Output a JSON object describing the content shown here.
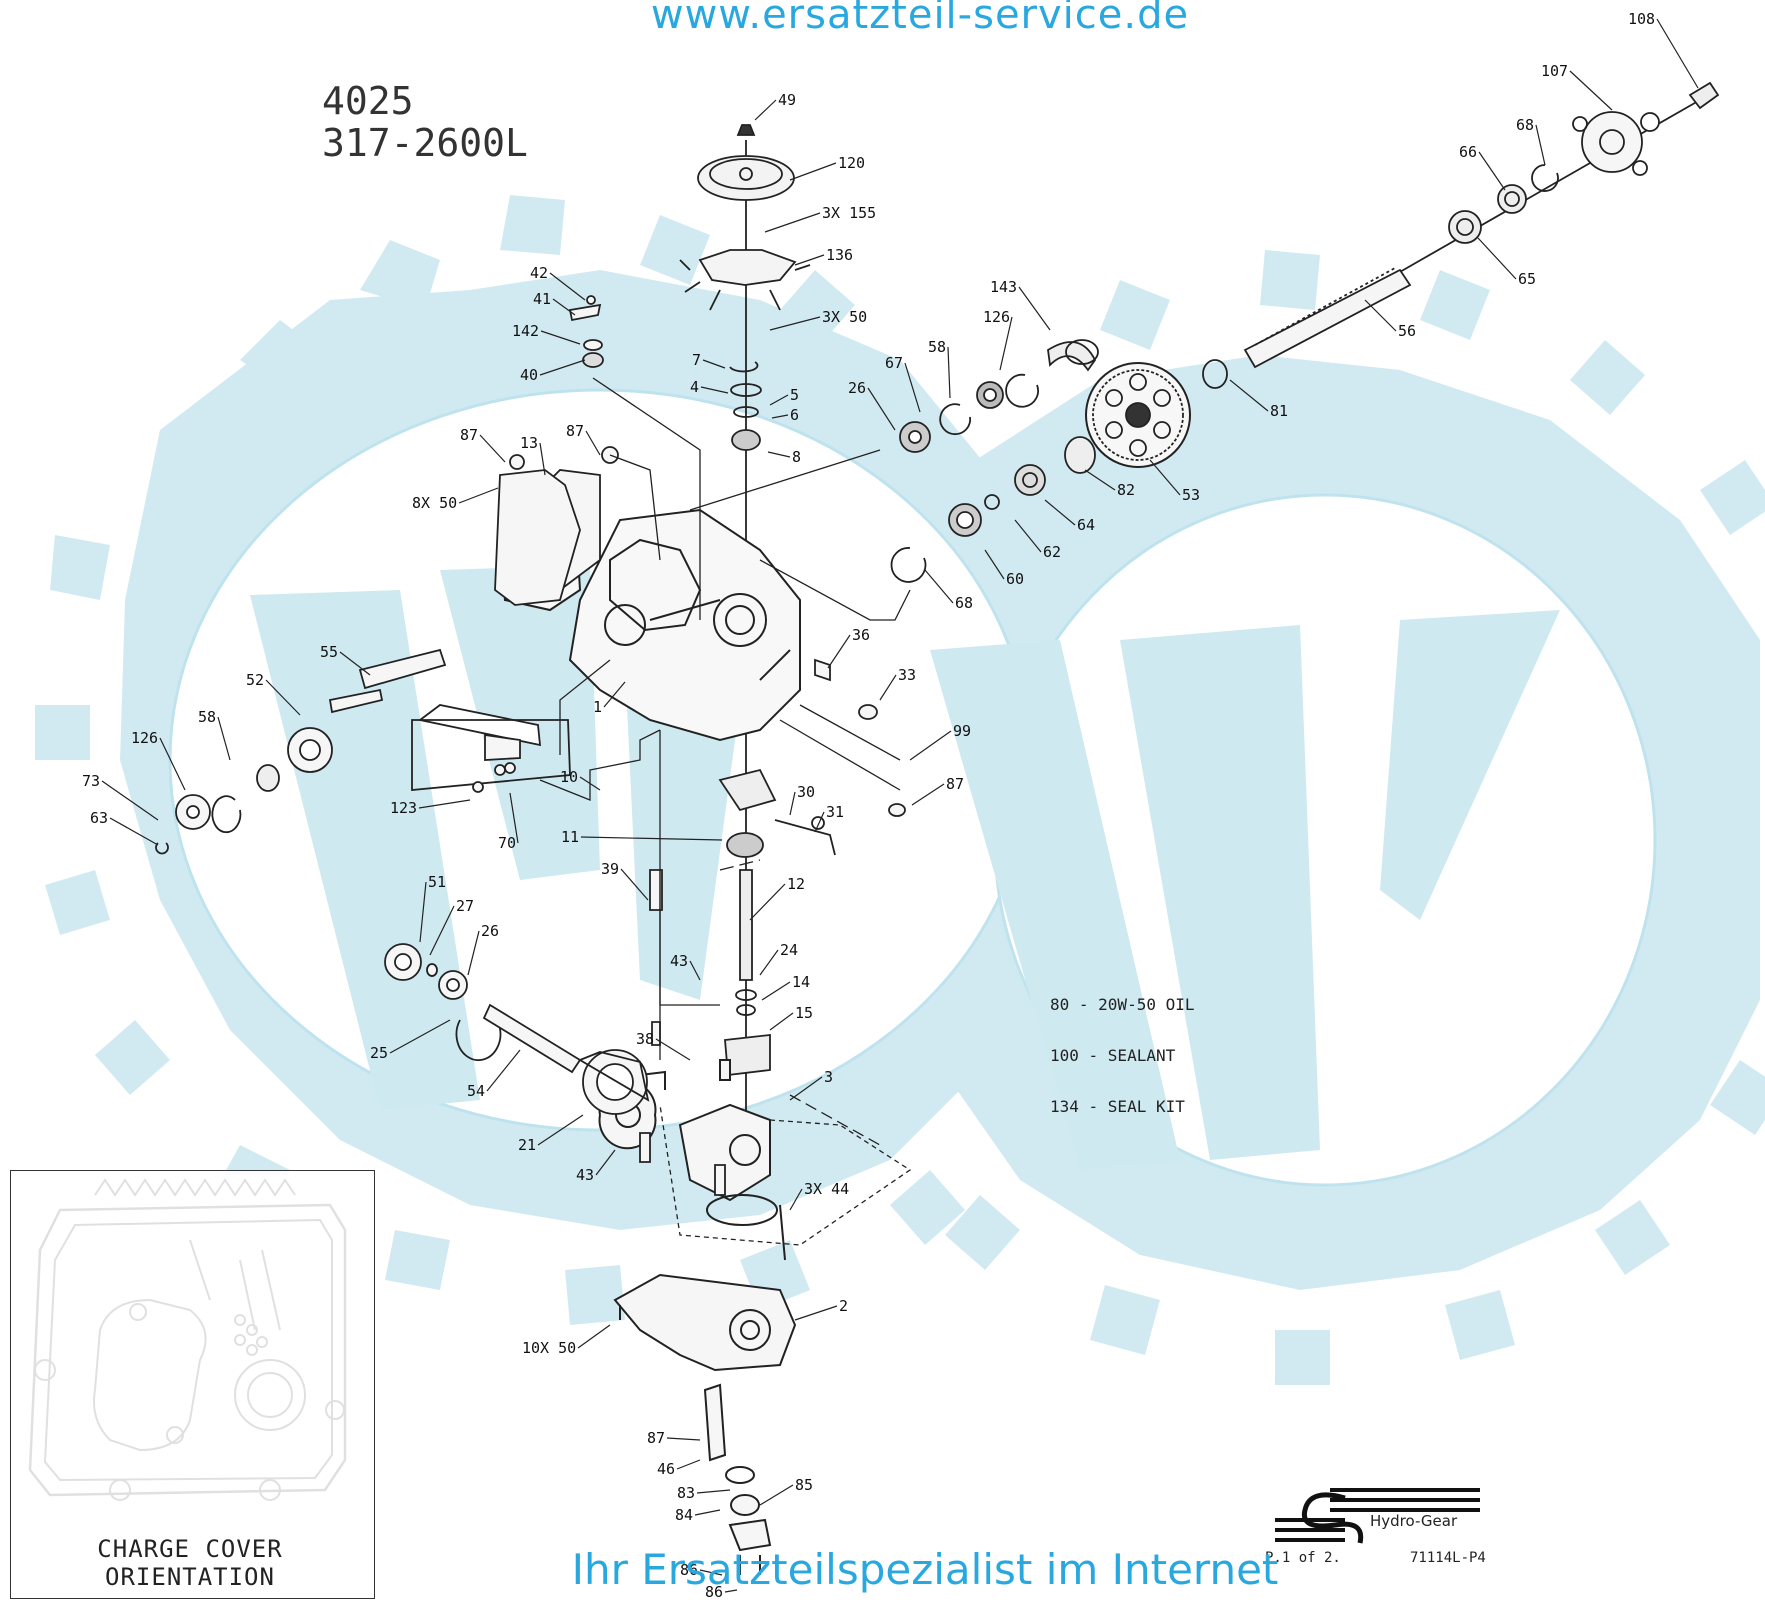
{
  "header": {
    "url": "www.ersatzteil-service.de"
  },
  "footer": {
    "slogan": "Ihr Ersatzteilspezialist im Internet"
  },
  "model": {
    "number": "4025",
    "part": "317-2600L"
  },
  "notes": [
    "80 - 20W-50 OIL",
    "100 - SEALANT",
    "134 - SEAL KIT"
  ],
  "inset": {
    "caption_line1": "CHARGE COVER",
    "caption_line2": "ORIENTATION"
  },
  "brand": {
    "name": "Hydro-Gear"
  },
  "page": {
    "label": "P.1 of 2.",
    "doc_number": "71114L-P4"
  },
  "watermark": {
    "color": "#cfe9f1"
  },
  "callouts": [
    "108",
    "107",
    "68",
    "66",
    "65",
    "56",
    "49",
    "120",
    "3X 155",
    "136",
    "3X 50",
    "143",
    "126",
    "58",
    "67",
    "26",
    "81",
    "53",
    "82",
    "64",
    "62",
    "60",
    "68",
    "42",
    "41",
    "142",
    "40",
    "7",
    "4",
    "5",
    "6",
    "8",
    "87",
    "13",
    "87",
    "8X 50",
    "36",
    "33",
    "99",
    "87",
    "55",
    "52",
    "58",
    "126",
    "73",
    "63",
    "1",
    "123",
    "70",
    "10",
    "30",
    "31",
    "11",
    "12",
    "39",
    "51",
    "27",
    "26",
    "25",
    "54",
    "24",
    "14",
    "43",
    "15",
    "38",
    "3",
    "21",
    "43",
    "3X 44",
    "2",
    "10X 50",
    "87",
    "46",
    "83",
    "84",
    "85",
    "86",
    "86"
  ]
}
